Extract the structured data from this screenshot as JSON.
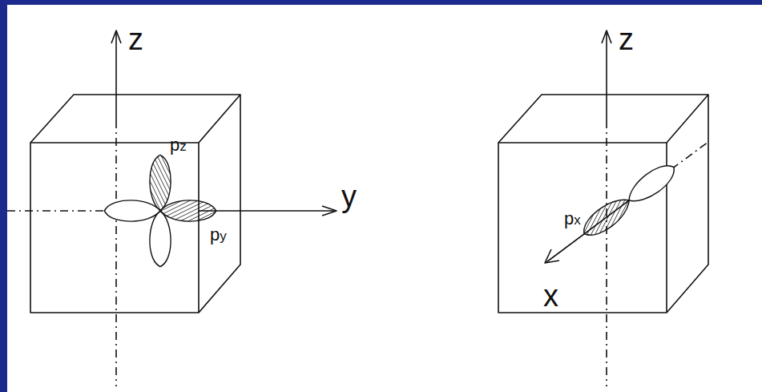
{
  "diagram": {
    "labels": [
      "z",
      "pz",
      "py",
      "y",
      "z",
      "px",
      "x"
    ]
  }
}
